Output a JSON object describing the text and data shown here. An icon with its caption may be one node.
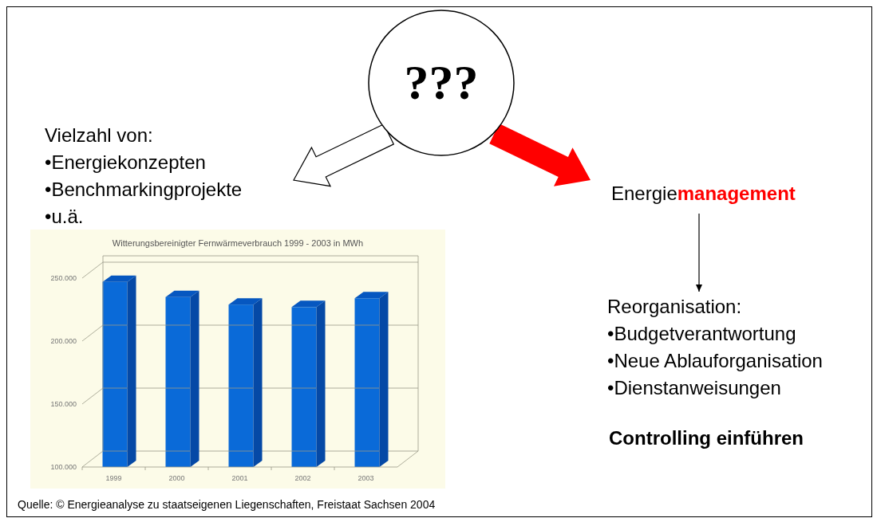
{
  "diagram": {
    "nodes": [
      {
        "text": [
          "???"
        ]
      },
      {
        "text": [
          "Vielzahl von:",
          "•Energiekonzepten",
          "•Benchmarkingprojekte",
          "•u.ä."
        ]
      },
      {
        "text": [
          "Energie**management**"
        ]
      },
      {
        "text": [
          "Reorganisation:",
          "•Budgetverantwortung",
          "•Neue Ablauforganisation",
          "•Dienstanweisungen"
        ]
      }
    ],
    "edges": [
      {
        "from": 0,
        "to": 1,
        "arrow": "to",
        "style": "thick"
      },
      {
        "from": 0,
        "to": 2,
        "arrow": "to",
        "style": "thick",
        "color": "#ff0000"
      },
      {
        "from": 2,
        "to": 3,
        "arrow": "to"
      }
    ],
    "labels": [
      "Controlling einführen",
      "Quelle: © Energieanalyse zu staatseigenen Liegenschaften, Freistaat Sachsen 2004"
    ],
    "chart_data": {
      "type": "bar",
      "title": "Witterungsbereinigter Fernwärmeverbrauch 1999 - 2003 in MWh",
      "categories": [
        "1999",
        "2000",
        "2001",
        "2002",
        "2003"
      ],
      "series": [
        {
          "color": "#0a6ad8",
          "values": [
            247000,
            235000,
            229000,
            227000,
            234000
          ]
        }
      ],
      "ylim": [
        100000,
        250000
      ],
      "yticks": [
        {
          "value": 100000,
          "label": "100.000"
        },
        {
          "value": 150000,
          "label": "150.000"
        },
        {
          "value": 200000,
          "label": "200.000"
        },
        {
          "value": 250000,
          "label": "250.000"
        }
      ]
    }
  }
}
